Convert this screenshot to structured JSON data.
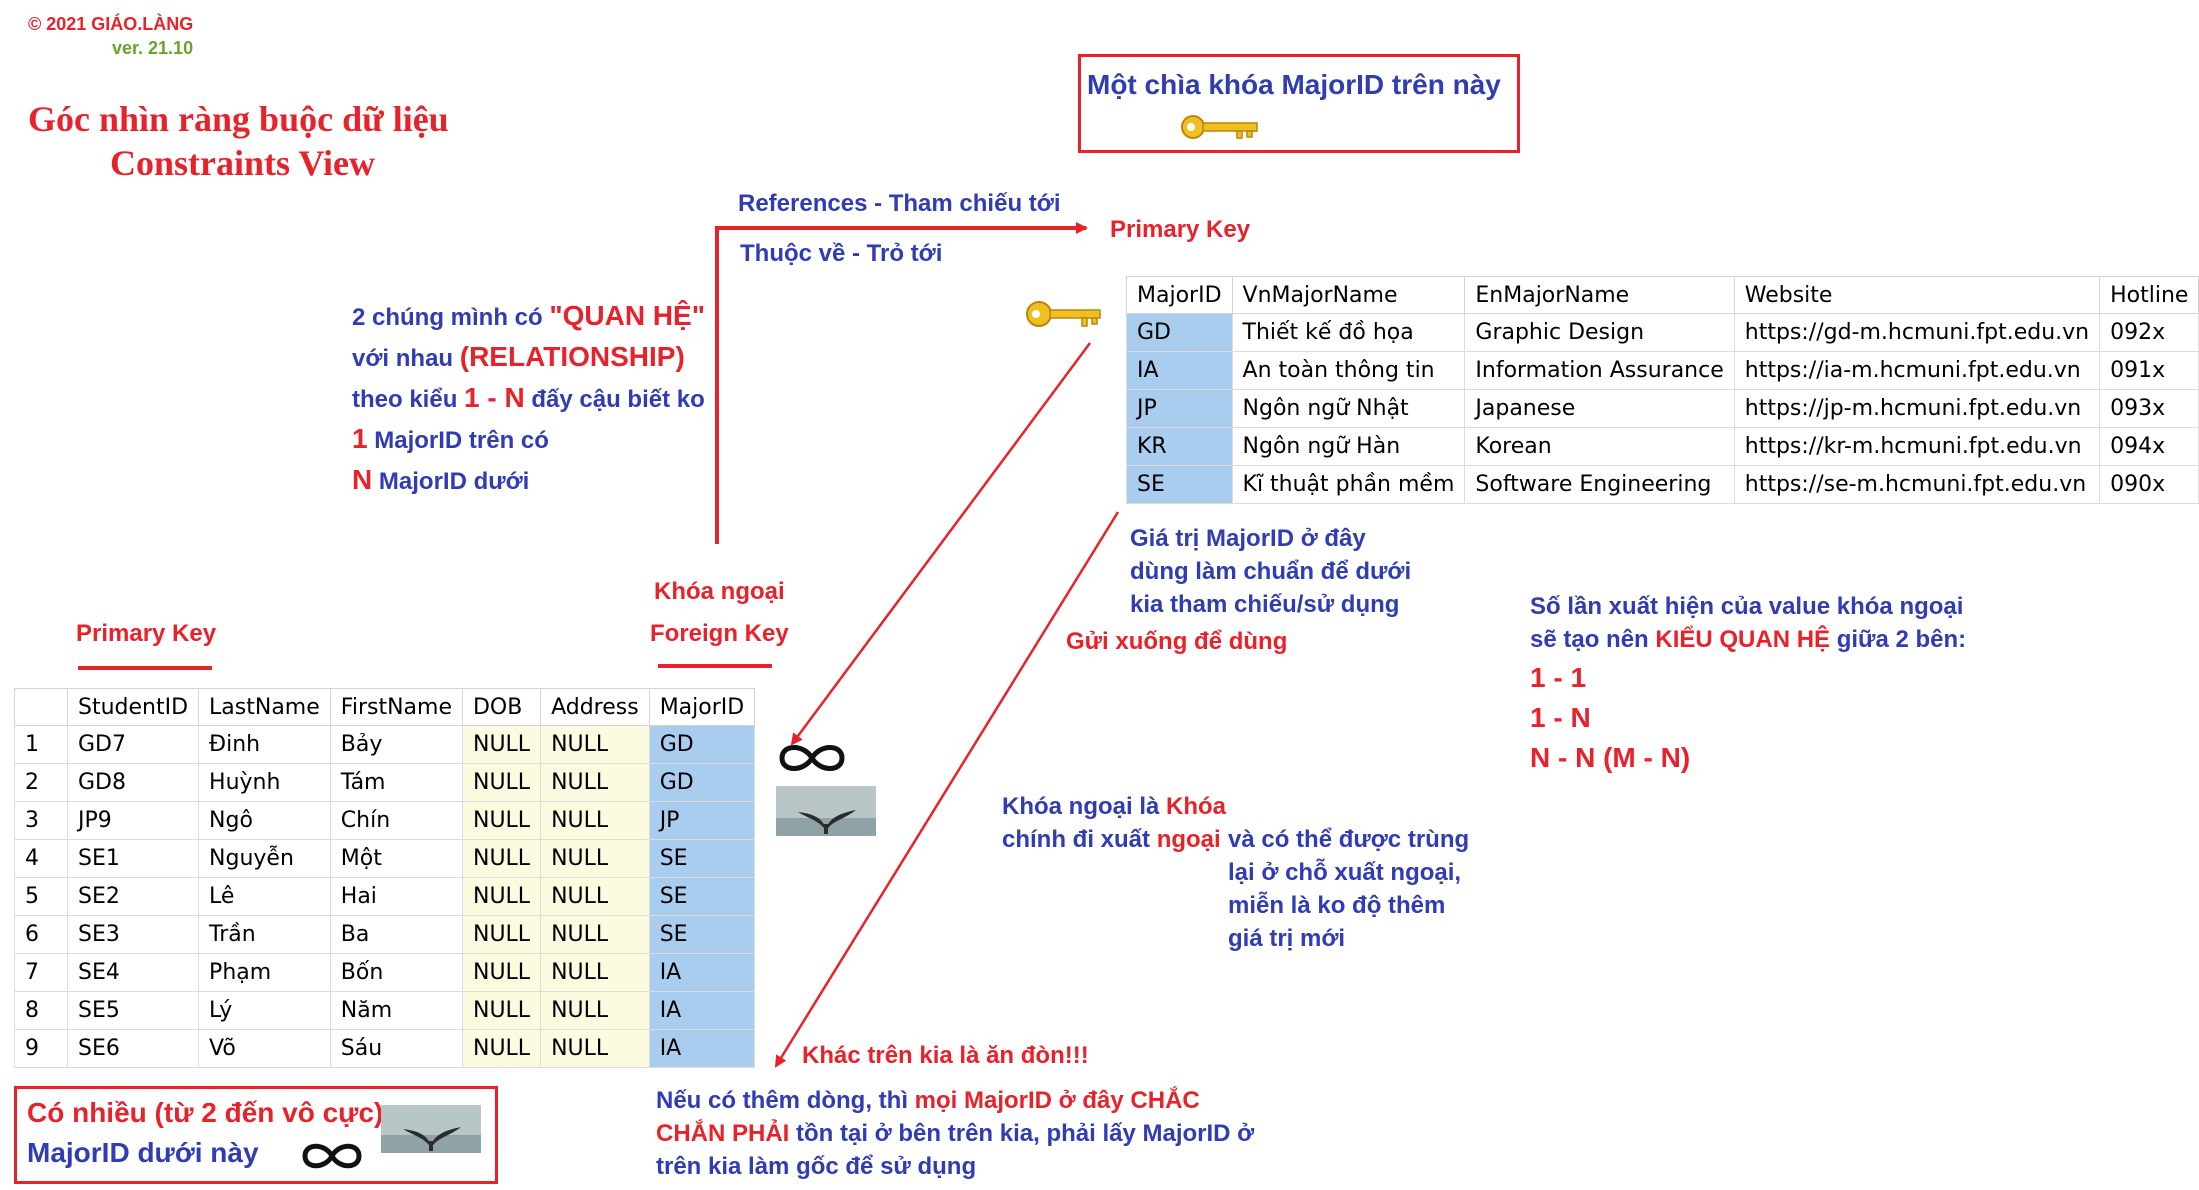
{
  "header": {
    "copyright": "© 2021 GIÁO.LÀNG",
    "version": "ver. 21.10",
    "title_vi": "Góc nhìn ràng buộc dữ liệu",
    "title_en": "Constraints View"
  },
  "callouts": {
    "key_box": "Một chìa khóa MajorID trên này",
    "references": "References - Tham chiếu tới",
    "belongs": "Thuộc về - Trỏ tới",
    "primary_key_top": "Primary Key",
    "relationship": {
      "line1_a": "2 chúng mình có ",
      "line1_b": "\"QUAN HỆ\"",
      "line2_a": "với nhau ",
      "line2_b": "(RELATIONSHIP)",
      "line3_a": "theo kiểu ",
      "line3_b": "1 - N",
      "line3_c": " đấy cậu biết ko",
      "line4_a": "1",
      "line4_b": " MajorID trên có",
      "line5_a": "N",
      "line5_b": " MajorID dưới"
    },
    "value_note": [
      "Giá trị MajorID ở đây",
      "dùng làm chuẩn để dưới",
      "kia tham chiếu/sử dụng"
    ],
    "send_down": "Gửi xuống để dùng",
    "foreign_key_vi": "Khóa ngoại",
    "foreign_key_en": "Foreign Key",
    "primary_key_bottom": "Primary Key",
    "count_note": {
      "line1": "Số lần xuất hiện của value khóa ngoại",
      "line2_a": "sẽ tạo nên ",
      "line2_b": "KIỂU QUAN HỆ",
      "line2_c": " giữa 2 bên:",
      "r1": "1 - 1",
      "r2": "1 - N",
      "r3": "N - N (M - N)"
    },
    "fk_def": {
      "a": "Khóa ngoại là ",
      "b": "Khóa",
      "c": "chính đi xuất ",
      "d": "ngoại",
      "e": "và có thể được trùng",
      "f": "lại ở chỗ xuất ngoại,",
      "g": "miễn là ko độ thêm",
      "h": "giá trị mới"
    },
    "different": "Khác trên kia là ăn đòn!!!",
    "bottom_note": {
      "a": "Nếu có thêm dòng, thì ",
      "b": "mọi MajorID ở đây CHẮC",
      "c": "CHẮN PHẢI",
      "d": " tồn tại ở bên trên kia, phải lấy MajorID ở",
      "e": "trên kia làm gốc để sử dụng"
    },
    "many_box": {
      "line1": "Có nhiều (từ 2 đến vô cực)",
      "line2": "MajorID dưới này"
    }
  },
  "majors_table": {
    "columns": [
      "MajorID",
      "VnMajorName",
      "EnMajorName",
      "Website",
      "Hotline"
    ],
    "rows": [
      [
        "GD",
        "Thiết kế đồ họa",
        "Graphic Design",
        "https://gd-m.hcmuni.fpt.edu.vn",
        "092x"
      ],
      [
        "IA",
        "An toàn thông tin",
        "Information Assurance",
        "https://ia-m.hcmuni.fpt.edu.vn",
        "091x"
      ],
      [
        "JP",
        "Ngôn ngữ Nhật",
        "Japanese",
        "https://jp-m.hcmuni.fpt.edu.vn",
        "093x"
      ],
      [
        "KR",
        "Ngôn ngữ Hàn",
        "Korean",
        "https://kr-m.hcmuni.fpt.edu.vn",
        "094x"
      ],
      [
        "SE",
        "Kĩ thuật phần mềm",
        "Software Engineering",
        "https://se-m.hcmuni.fpt.edu.vn",
        "090x"
      ]
    ]
  },
  "students_table": {
    "columns": [
      "",
      "StudentID",
      "LastName",
      "FirstName",
      "DOB",
      "Address",
      "MajorID"
    ],
    "rows": [
      [
        "1",
        "GD7",
        "Đinh",
        "Bảy",
        "NULL",
        "NULL",
        "GD"
      ],
      [
        "2",
        "GD8",
        "Huỳnh",
        "Tám",
        "NULL",
        "NULL",
        "GD"
      ],
      [
        "3",
        "JP9",
        "Ngô",
        "Chín",
        "NULL",
        "NULL",
        "JP"
      ],
      [
        "4",
        "SE1",
        "Nguyễn",
        "Một",
        "NULL",
        "NULL",
        "SE"
      ],
      [
        "5",
        "SE2",
        "Lê",
        "Hai",
        "NULL",
        "NULL",
        "SE"
      ],
      [
        "6",
        "SE3",
        "Trần",
        "Ba",
        "NULL",
        "NULL",
        "SE"
      ],
      [
        "7",
        "SE4",
        "Phạm",
        "Bốn",
        "NULL",
        "NULL",
        "IA"
      ],
      [
        "8",
        "SE5",
        "Lý",
        "Năm",
        "NULL",
        "NULL",
        "IA"
      ],
      [
        "9",
        "SE6",
        "Võ",
        "Sáu",
        "NULL",
        "NULL",
        "IA"
      ]
    ]
  },
  "icons": [
    "key-icon",
    "infinity-icon",
    "whale-tail-image"
  ],
  "colors": {
    "red": "#e8222a",
    "blue": "#2f3cb4",
    "green": "#6aa42a",
    "key_cell": "#a8cdef",
    "null_cell": "#fbfbe0"
  }
}
